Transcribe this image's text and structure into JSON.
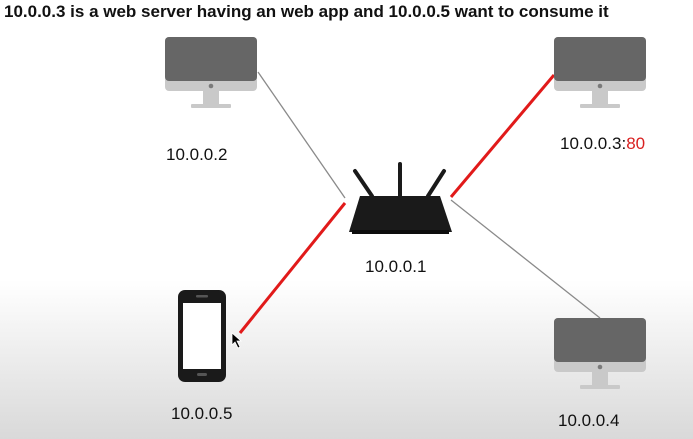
{
  "title": "10.0.0.3 is a web server having an web app and 10.0.0.5 want to consume it",
  "colors": {
    "active_link": "#e11a1a",
    "idle_link": "#8a8a8a",
    "device_dark": "#1a1a1a",
    "monitor_screen": "#666666",
    "monitor_stand": "#c9c9c9",
    "port_text": "#d92020"
  },
  "nodes": {
    "host_a": {
      "icon": "desktop-icon",
      "label": "10.0.0.2"
    },
    "host_b": {
      "icon": "desktop-icon",
      "label": "10.0.0.3",
      "port_separator": ":",
      "port": "80"
    },
    "host_c": {
      "icon": "desktop-icon",
      "label": "10.0.0.4"
    },
    "host_d": {
      "icon": "smartphone-icon",
      "label": "10.0.0.5"
    },
    "router": {
      "icon": "router-icon",
      "label": "10.0.0.1"
    }
  },
  "links": [
    {
      "from": "router",
      "to": "host_a",
      "active": false
    },
    {
      "from": "router",
      "to": "host_c",
      "active": false
    },
    {
      "from": "router",
      "to": "host_b",
      "active": true
    },
    {
      "from": "router",
      "to": "host_d",
      "active": true
    }
  ]
}
